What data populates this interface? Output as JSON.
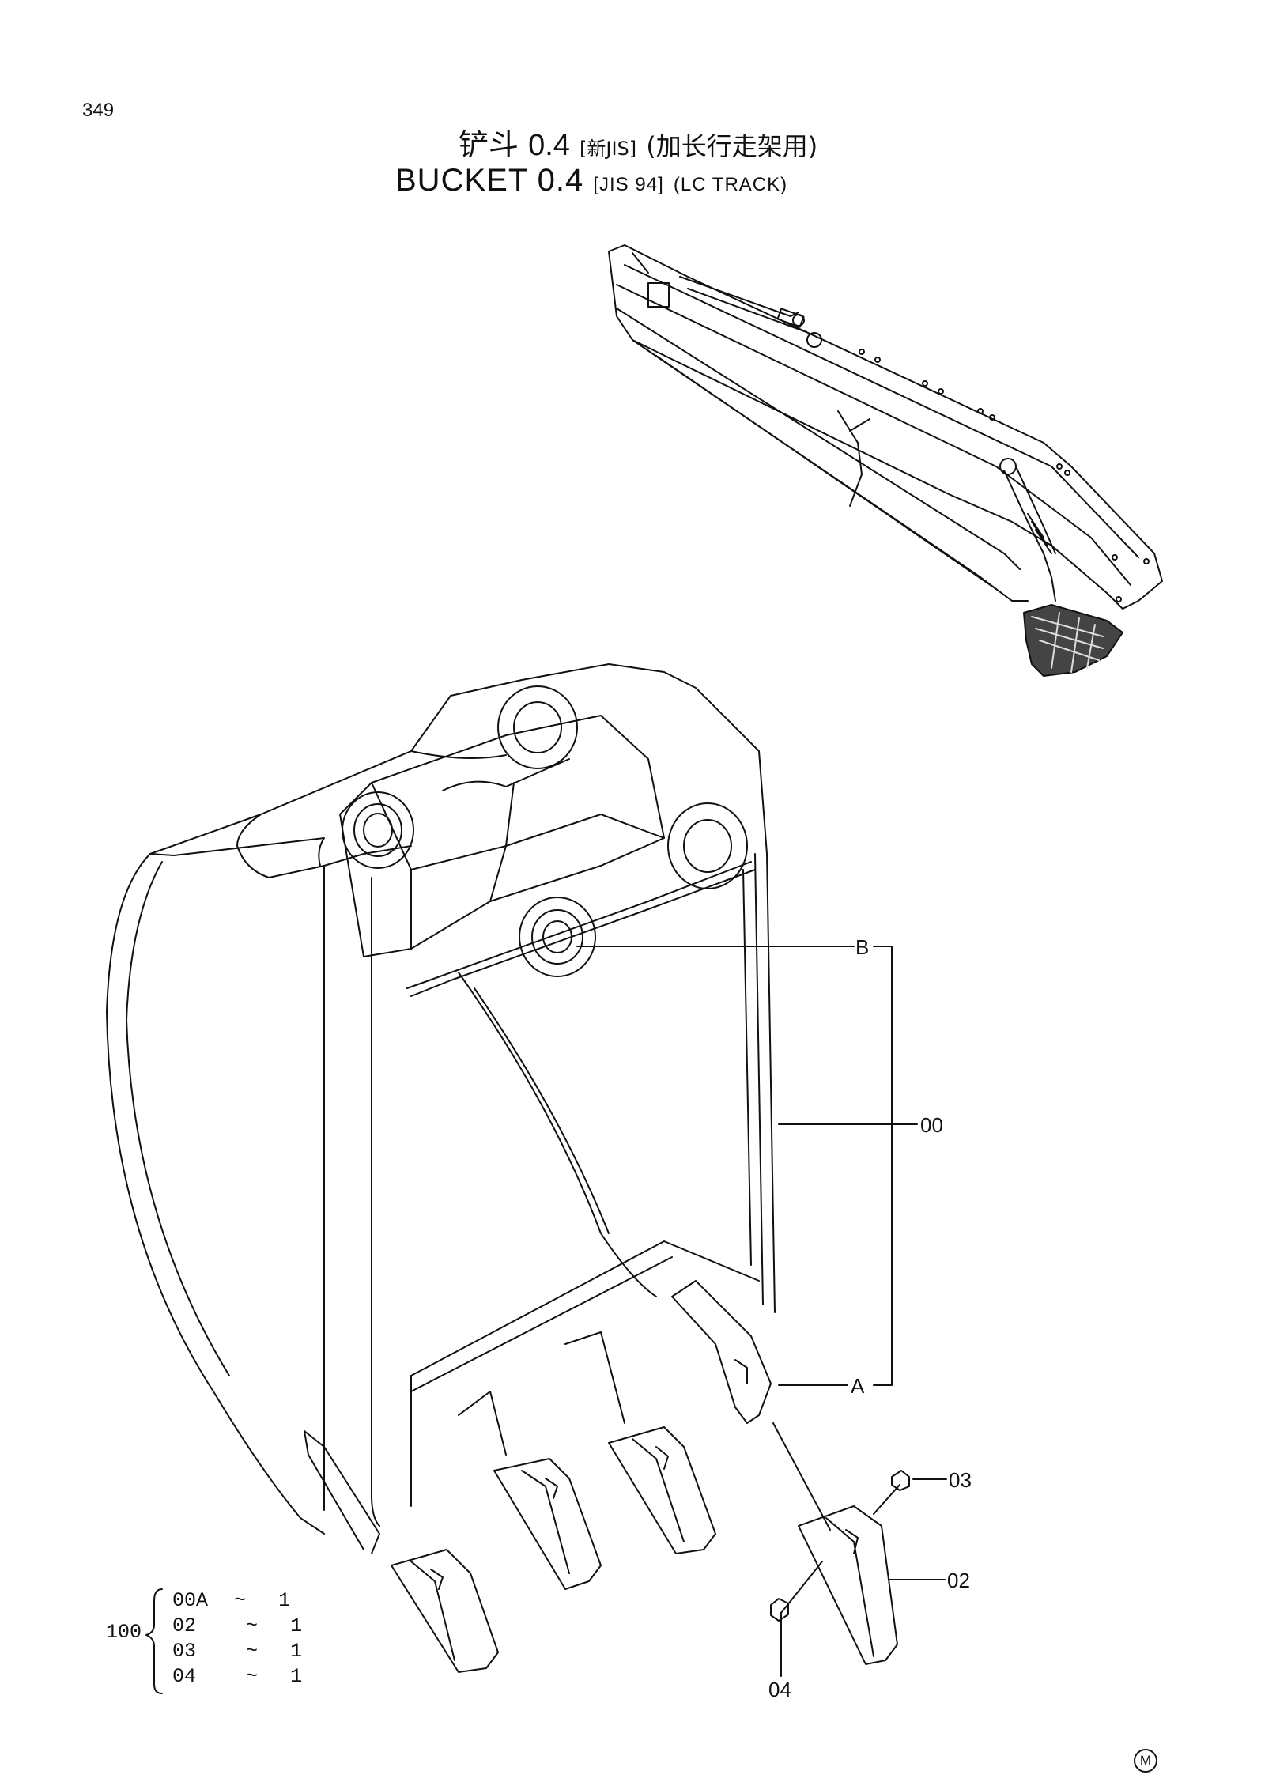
{
  "page": {
    "number": "349"
  },
  "title": {
    "cn_main": "铲斗",
    "cn_size": "0.4",
    "cn_std": "[新JIS]",
    "cn_note": "(加长行走架用)",
    "en_main": "BUCKET",
    "en_size": "0.4",
    "en_std": "[JIS 94]",
    "en_note": "(LC  TRACK)"
  },
  "callouts": {
    "b": "B",
    "a": "A",
    "p00": "00",
    "p03": "03",
    "p02": "02",
    "p04": "04"
  },
  "kit": {
    "number": "100",
    "items": [
      {
        "part": "00A",
        "qty": "1"
      },
      {
        "part": "02",
        "qty": "1"
      },
      {
        "part": "03",
        "qty": "1"
      },
      {
        "part": "04",
        "qty": "1"
      }
    ],
    "separator": "~"
  },
  "footer": {
    "mark": "M"
  },
  "icons": {
    "overview": "excavator-boom-overview-icon",
    "bucket": "bucket-assembly-drawing"
  }
}
